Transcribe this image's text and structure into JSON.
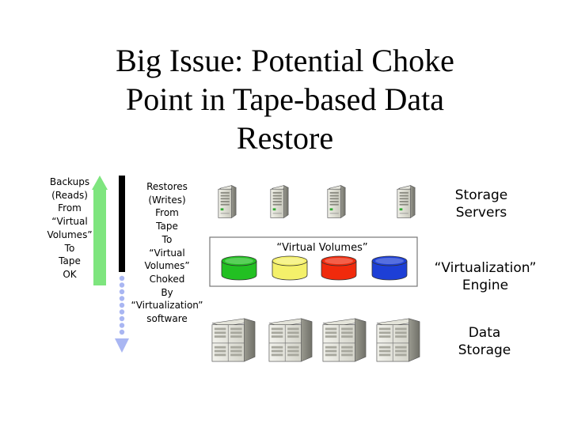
{
  "title": {
    "line1": "Big Issue: Potential Choke",
    "line2": "Point in Tape-based Data",
    "line3": "Restore"
  },
  "backups_label": [
    "Backups",
    "(Reads)",
    "From",
    "“Virtual",
    "Volumes”",
    "To",
    "Tape",
    "OK"
  ],
  "restores_label": [
    "Restores",
    "(Writes)",
    "From",
    "Tape",
    "To",
    "“Virtual",
    "Volumes”",
    "Choked",
    "By",
    "“Virtualization”",
    "software"
  ],
  "virtual_volumes_label": "“Virtual Volumes”",
  "storage_servers_label": [
    "Storage",
    "Servers"
  ],
  "virtualization_engine_label": [
    "“Virtualization”",
    "Engine"
  ],
  "data_storage_label": [
    "Data",
    "Storage"
  ],
  "volumes": [
    {
      "color": "#22c022"
    },
    {
      "color": "#f4f06a"
    },
    {
      "color": "#f02a0c"
    },
    {
      "color": "#1d3fd6"
    }
  ],
  "colors": {
    "arrow_up": "#7ee57e",
    "arrow_down": "#a9b6f2",
    "choke_bar": "#000000"
  }
}
